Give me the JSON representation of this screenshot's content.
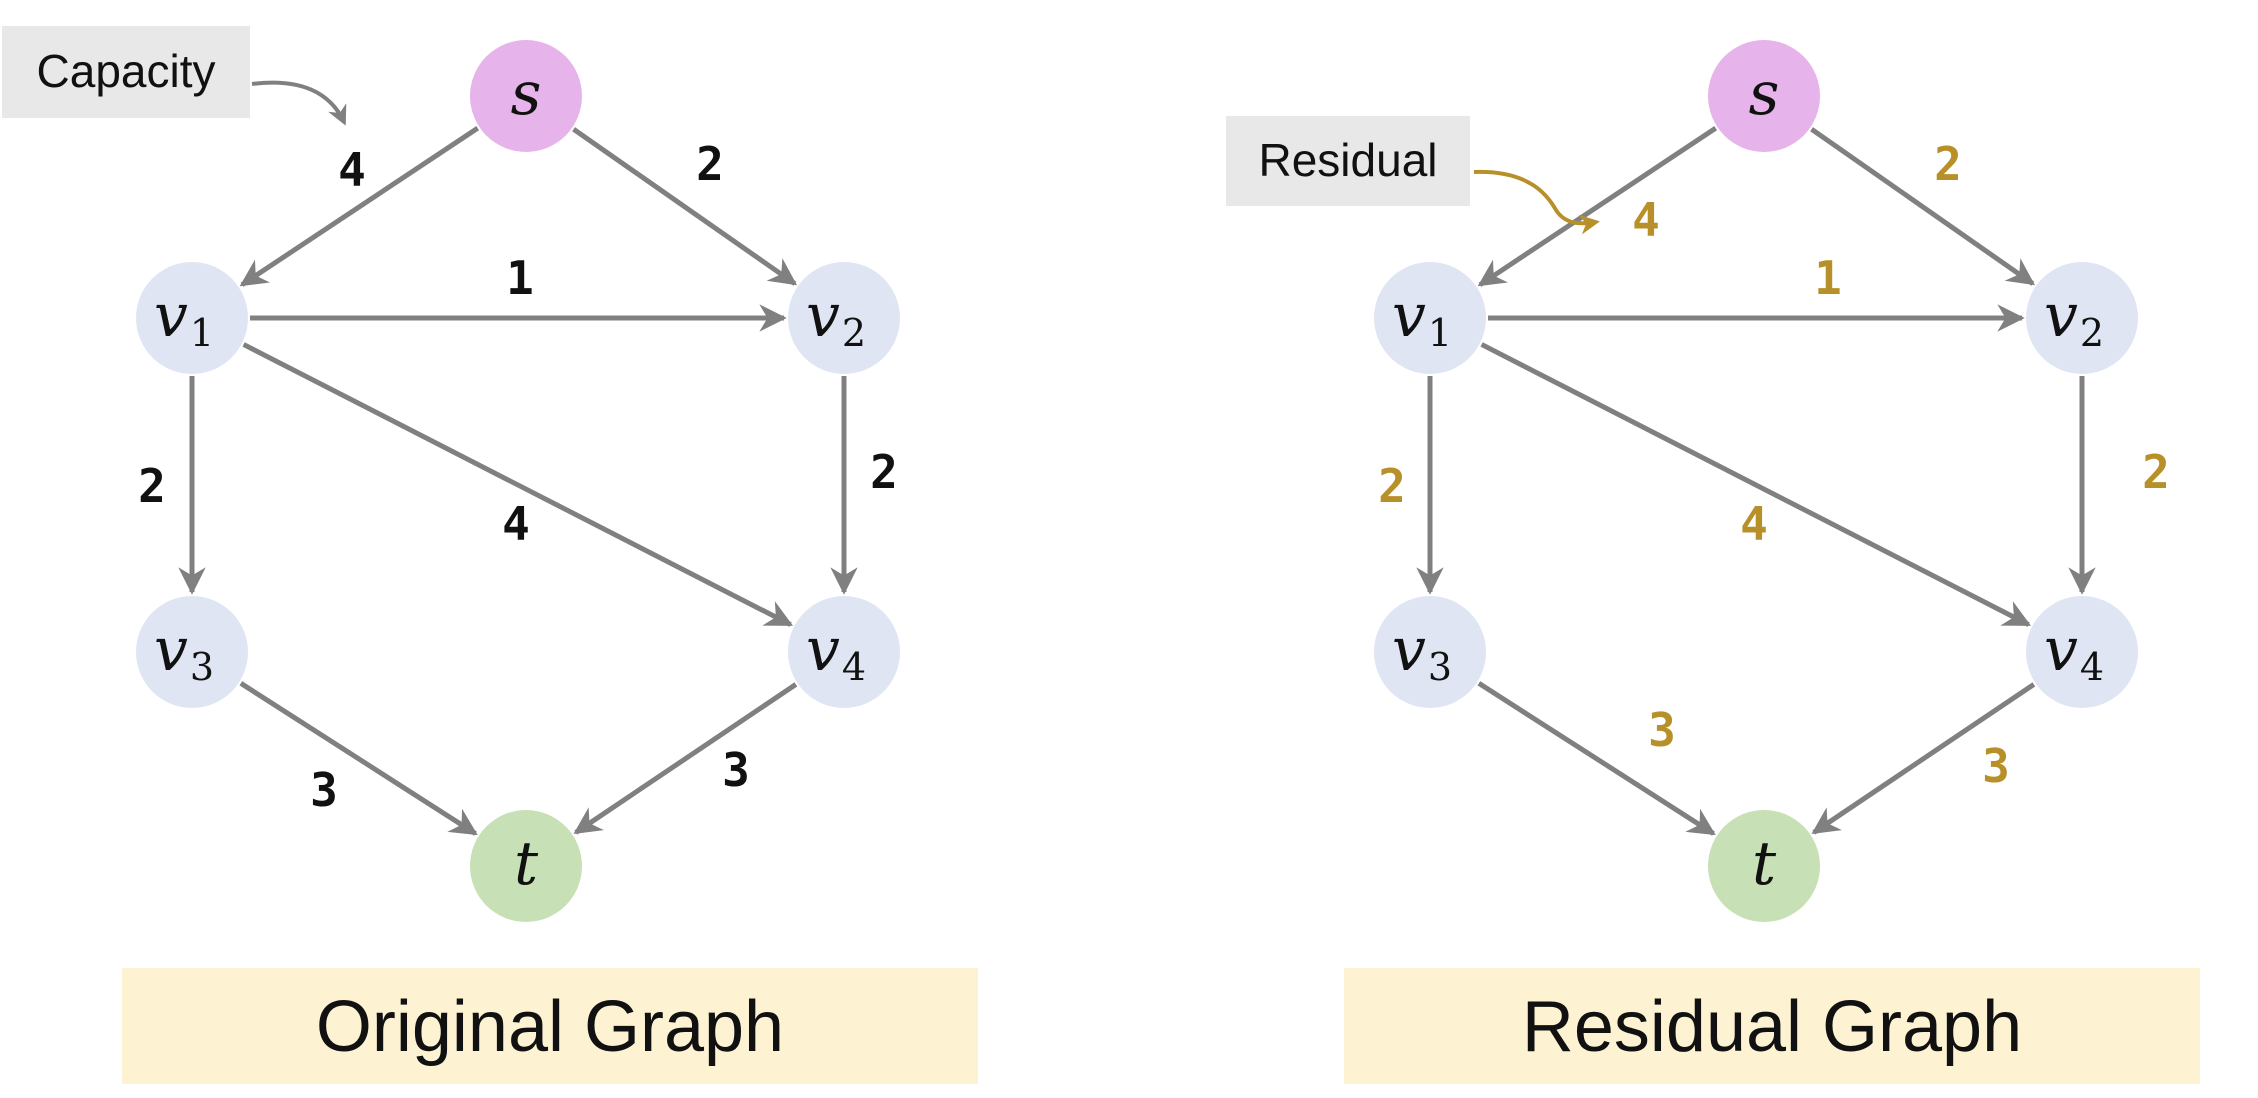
{
  "colors": {
    "edge": "#808080",
    "source_fill": "#e6b3ea",
    "sink_fill": "#c7e0b5",
    "inner_fill": "#dfe5f3",
    "capacity_text": "#111111",
    "residual_text": "#b8902a",
    "callout_fill": "#e8e8e8",
    "caption_fill": "#fdf3d3"
  },
  "graphs": [
    {
      "id": "original",
      "caption": "Original Graph",
      "label_color_key": "capacity_text",
      "callout": {
        "text": "Capacity",
        "target_edge": "s-v1"
      },
      "nodes": [
        {
          "id": "s",
          "name": "s",
          "sub": "",
          "fill_key": "source_fill"
        },
        {
          "id": "v1",
          "name": "v",
          "sub": "1",
          "fill_key": "inner_fill"
        },
        {
          "id": "v2",
          "name": "v",
          "sub": "2",
          "fill_key": "inner_fill"
        },
        {
          "id": "v3",
          "name": "v",
          "sub": "3",
          "fill_key": "inner_fill"
        },
        {
          "id": "v4",
          "name": "v",
          "sub": "4",
          "fill_key": "inner_fill"
        },
        {
          "id": "t",
          "name": "t",
          "sub": "",
          "fill_key": "sink_fill"
        }
      ],
      "edges": [
        {
          "id": "s-v1",
          "from": "s",
          "to": "v1",
          "label": "4"
        },
        {
          "id": "s-v2",
          "from": "s",
          "to": "v2",
          "label": "2"
        },
        {
          "id": "v1-v2",
          "from": "v1",
          "to": "v2",
          "label": "1"
        },
        {
          "id": "v1-v3",
          "from": "v1",
          "to": "v3",
          "label": "2"
        },
        {
          "id": "v1-v4",
          "from": "v1",
          "to": "v4",
          "label": "4"
        },
        {
          "id": "v2-v4",
          "from": "v2",
          "to": "v4",
          "label": "2"
        },
        {
          "id": "v3-t",
          "from": "v3",
          "to": "t",
          "label": "3"
        },
        {
          "id": "v4-t",
          "from": "v4",
          "to": "t",
          "label": "3"
        }
      ]
    },
    {
      "id": "residual",
      "caption": "Residual Graph",
      "label_color_key": "residual_text",
      "callout": {
        "text": "Residual",
        "target_edge": "s-v1"
      },
      "nodes": [
        {
          "id": "s",
          "name": "s",
          "sub": "",
          "fill_key": "source_fill"
        },
        {
          "id": "v1",
          "name": "v",
          "sub": "1",
          "fill_key": "inner_fill"
        },
        {
          "id": "v2",
          "name": "v",
          "sub": "2",
          "fill_key": "inner_fill"
        },
        {
          "id": "v3",
          "name": "v",
          "sub": "3",
          "fill_key": "inner_fill"
        },
        {
          "id": "v4",
          "name": "v",
          "sub": "4",
          "fill_key": "inner_fill"
        },
        {
          "id": "t",
          "name": "t",
          "sub": "",
          "fill_key": "sink_fill"
        }
      ],
      "edges": [
        {
          "id": "s-v1",
          "from": "s",
          "to": "v1",
          "label": "4"
        },
        {
          "id": "s-v2",
          "from": "s",
          "to": "v2",
          "label": "2"
        },
        {
          "id": "v1-v2",
          "from": "v1",
          "to": "v2",
          "label": "1"
        },
        {
          "id": "v1-v3",
          "from": "v1",
          "to": "v3",
          "label": "2"
        },
        {
          "id": "v1-v4",
          "from": "v1",
          "to": "v4",
          "label": "4"
        },
        {
          "id": "v2-v4",
          "from": "v2",
          "to": "v4",
          "label": "2"
        },
        {
          "id": "v3-t",
          "from": "v3",
          "to": "t",
          "label": "3"
        },
        {
          "id": "v4-t",
          "from": "v4",
          "to": "t",
          "label": "3"
        }
      ]
    }
  ]
}
